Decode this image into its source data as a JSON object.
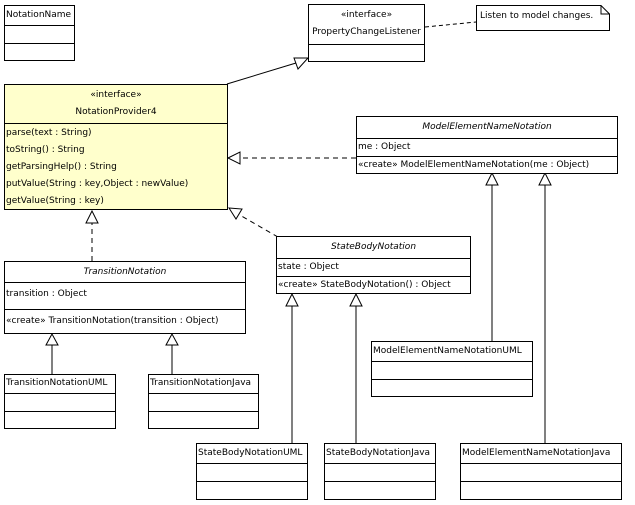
{
  "classes": {
    "notation_name": {
      "name": "NotationName"
    },
    "property_change_listener": {
      "stereotype": "«interface»",
      "name": "PropertyChangeListener"
    },
    "notation_provider4": {
      "stereotype": "«interface»",
      "name": "NotationProvider4",
      "operations": [
        "parse(text : String)",
        "toString() : String",
        "getParsingHelp() : String",
        "putValue(String : key,Object : newValue)",
        "getValue(String : key)"
      ]
    },
    "model_element_name_notation": {
      "name": "ModelElementNameNotation",
      "attributes": [
        "me : Object"
      ],
      "operations": [
        "«create» ModelElementNameNotation(me : Object)"
      ]
    },
    "state_body_notation": {
      "name": "StateBodyNotation",
      "attributes": [
        "state : Object"
      ],
      "operations": [
        "«create» StateBodyNotation() : Object"
      ]
    },
    "transition_notation": {
      "name": "TransitionNotation",
      "attributes": [
        "transition : Object"
      ],
      "operations": [
        "«create» TransitionNotation(transition : Object)"
      ]
    },
    "transition_notation_uml": {
      "name": "TransitionNotationUML"
    },
    "transition_notation_java": {
      "name": "TransitionNotationJava"
    },
    "model_element_name_notation_uml": {
      "name": "ModelElementNameNotationUML"
    },
    "state_body_notation_uml": {
      "name": "StateBodyNotationUML"
    },
    "state_body_notation_java": {
      "name": "StateBodyNotationJava"
    },
    "model_element_name_notation_java": {
      "name": "ModelElementNameNotationJava"
    }
  },
  "note": {
    "text": "Listen to model changes."
  },
  "colors": {
    "interface_fill": "#ffffcc",
    "class_fill": "#ffffff",
    "line": "#000000"
  }
}
